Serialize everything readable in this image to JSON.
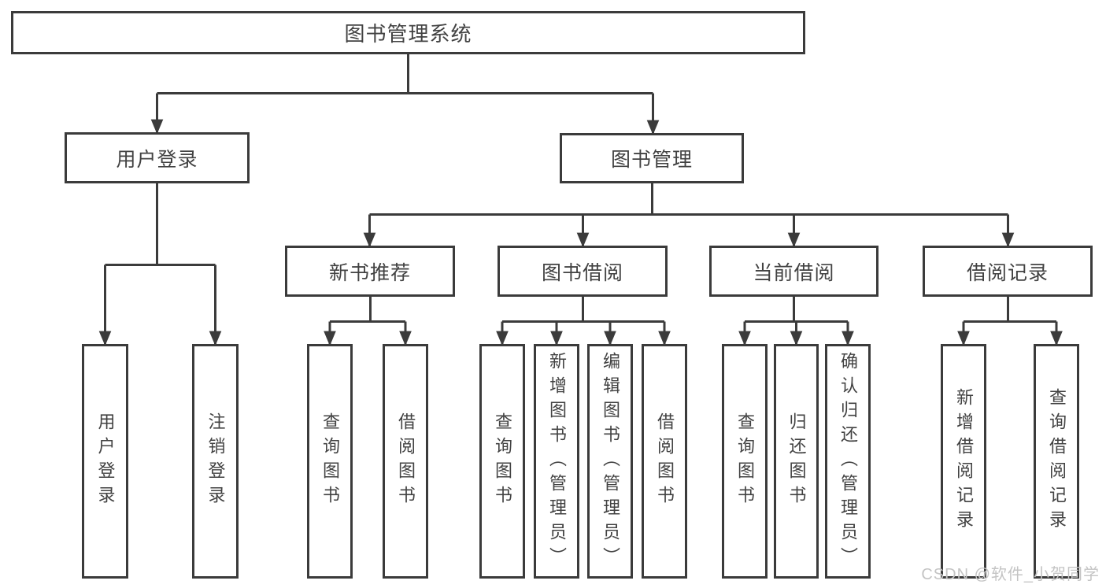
{
  "diagram": {
    "root": {
      "label": "图书管理系统"
    },
    "branches": {
      "user_login": {
        "label": "用户登录",
        "leaves": [
          "用户登录",
          "注销登录"
        ]
      },
      "book_management": {
        "label": "图书管理",
        "groups": [
          {
            "label": "新书推荐",
            "leaves": [
              "查询图书",
              "借阅图书"
            ]
          },
          {
            "label": "图书借阅",
            "leaves": [
              "查询图书",
              "新增图书（管理员）",
              "编辑图书（管理员）",
              "借阅图书"
            ]
          },
          {
            "label": "当前借阅",
            "leaves": [
              "查询图书",
              "归还图书",
              "确认归还（管理员）"
            ]
          },
          {
            "label": "借阅记录",
            "leaves": [
              "新增借阅记录",
              "查询借阅记录"
            ]
          }
        ]
      }
    },
    "watermark": "CSDN @软件_小贺同学",
    "colors": {
      "line": "#3b3b3b",
      "text": "#424242",
      "background": "#ffffff",
      "watermark": "#c4c4c4"
    }
  }
}
